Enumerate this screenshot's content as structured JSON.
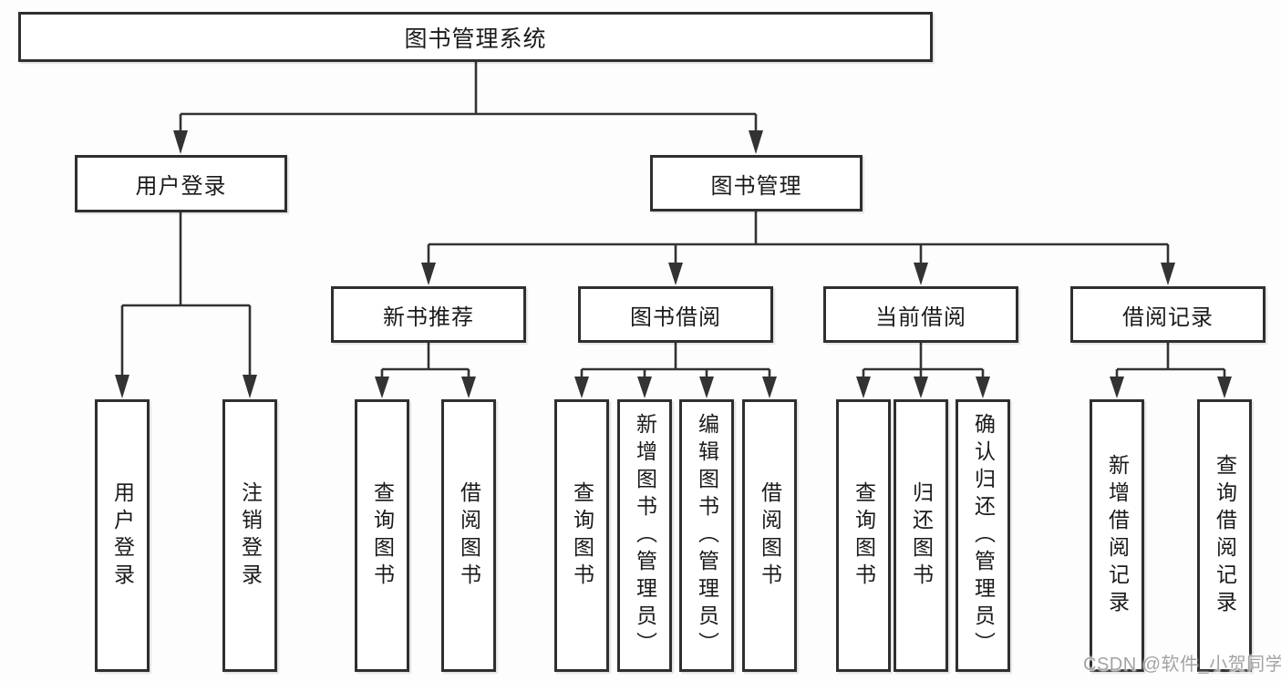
{
  "watermark": "CSDN @软件_小贺同学",
  "nodes": {
    "root": "图书管理系统",
    "user_login": "用户登录",
    "book_management": "图书管理",
    "new_book_recommend": "新书推荐",
    "book_borrow": "图书借阅",
    "current_borrow": "当前借阅",
    "borrow_record": "借阅记录",
    "ul_user_login": "用户登录",
    "ul_logout": "注销登录",
    "nb_query_book": "查询图书",
    "nb_borrow_book": "借阅图书",
    "bb_query_book": "查询图书",
    "bb_add_book": "新增图书（管理员）",
    "bb_edit_book": "编辑图书（管理员）",
    "bb_borrow_book": "借阅图书",
    "cb_query_book": "查询图书",
    "cb_return_book": "归还图书",
    "cb_confirm_return": "确认归还（管理员）",
    "br_add_record": "新增借阅记录",
    "br_query_record": "查询借阅记录"
  }
}
